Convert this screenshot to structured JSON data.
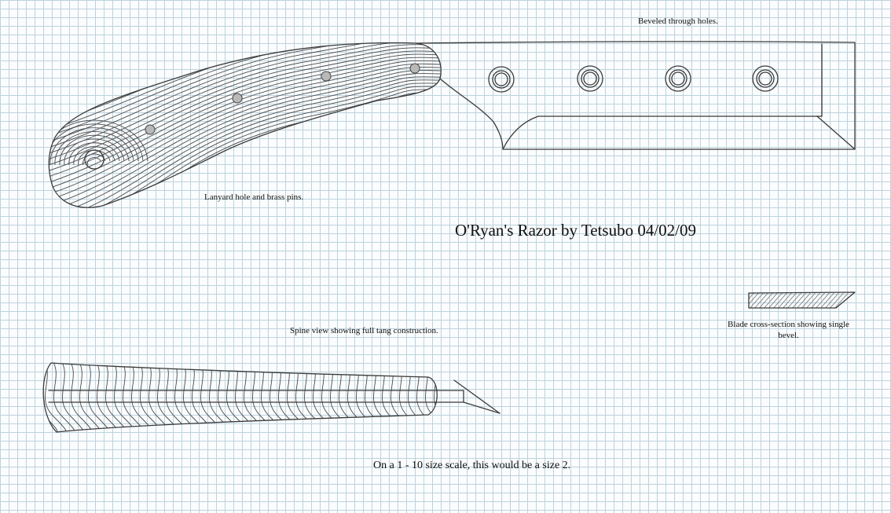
{
  "annotations": {
    "holes_note": "Beveled through holes.",
    "lanyard_note": "Lanyard hole and brass pins.",
    "title": "O'Ryan's Razor by Tetsubo 04/02/09",
    "spine_note": "Spine view showing full tang construction.",
    "cross_section_note": "Blade cross-section showing single bevel.",
    "size_note": "On a 1 - 10 size scale, this would be a size 2."
  },
  "colors": {
    "paper": "#fbfcfd",
    "grid": "#bcd3de",
    "pencil": "#3a3a3a"
  }
}
